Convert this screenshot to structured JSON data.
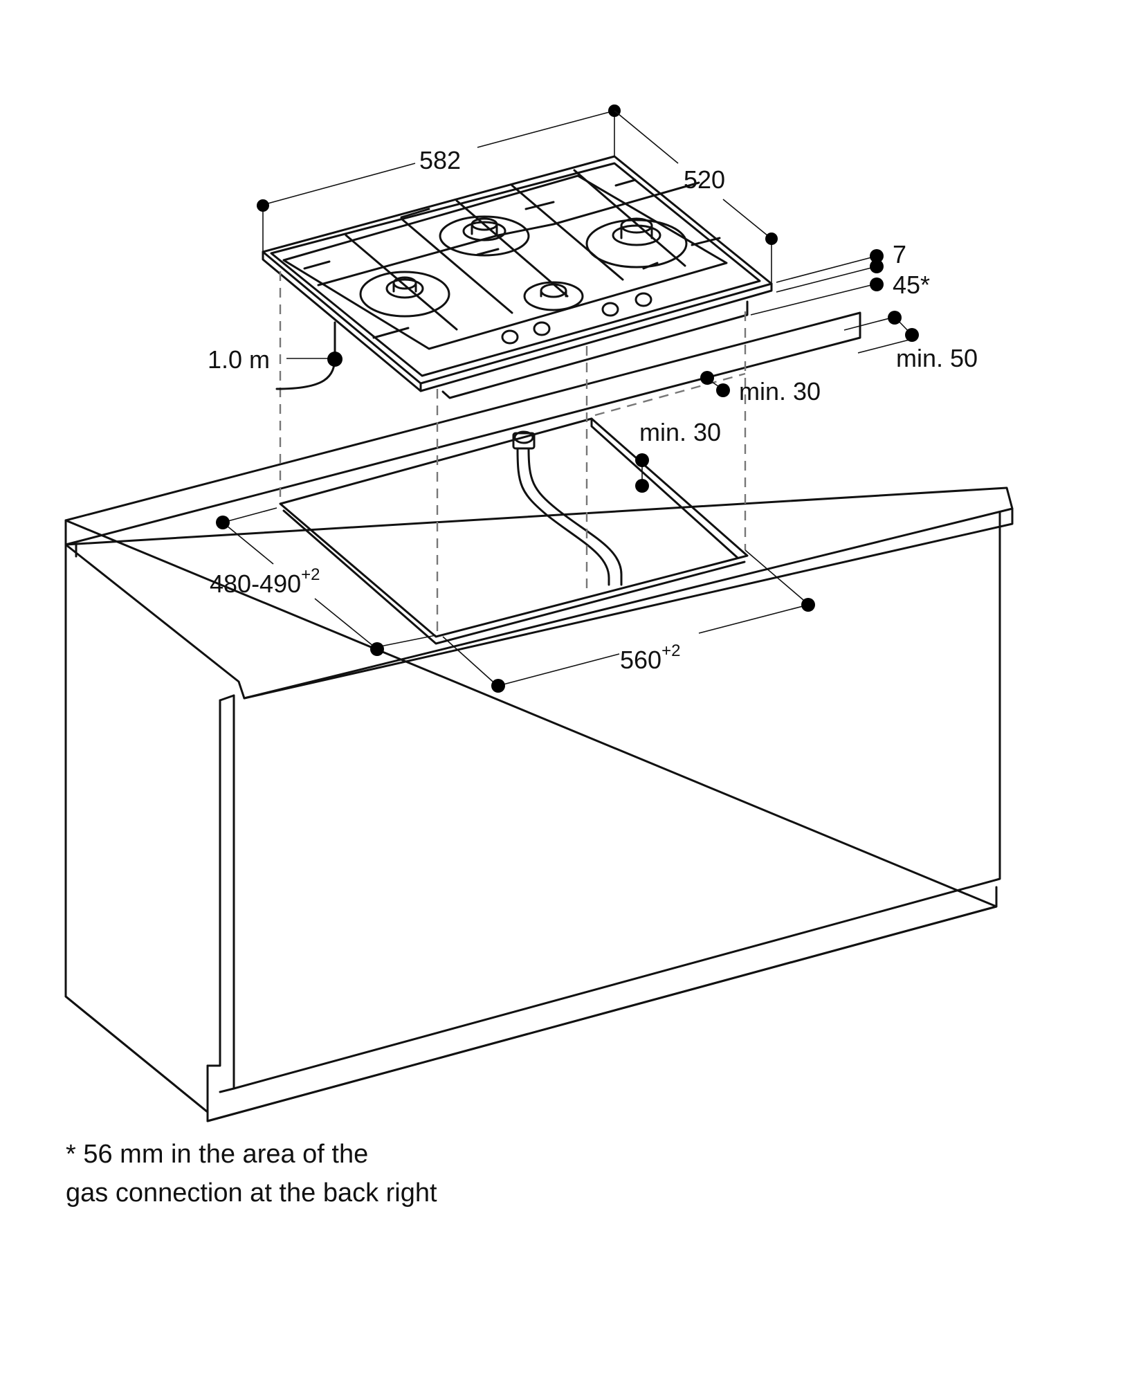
{
  "dimensions": {
    "hob_width": "582",
    "hob_depth": "520",
    "hob_thickness": "7",
    "hob_height": "45*",
    "wall_gap": "min. 50",
    "rear_gap": "min. 30",
    "cutout_back_gap": "min. 30",
    "cable_length": "1.0 m",
    "cutout_depth": "480-490",
    "cutout_depth_tolerance": "+2",
    "cutout_width": "560",
    "cutout_width_tolerance": "+2"
  },
  "footnote": {
    "line1": "* 56 mm in the area of the",
    "line2": "gas connection at the back right"
  }
}
